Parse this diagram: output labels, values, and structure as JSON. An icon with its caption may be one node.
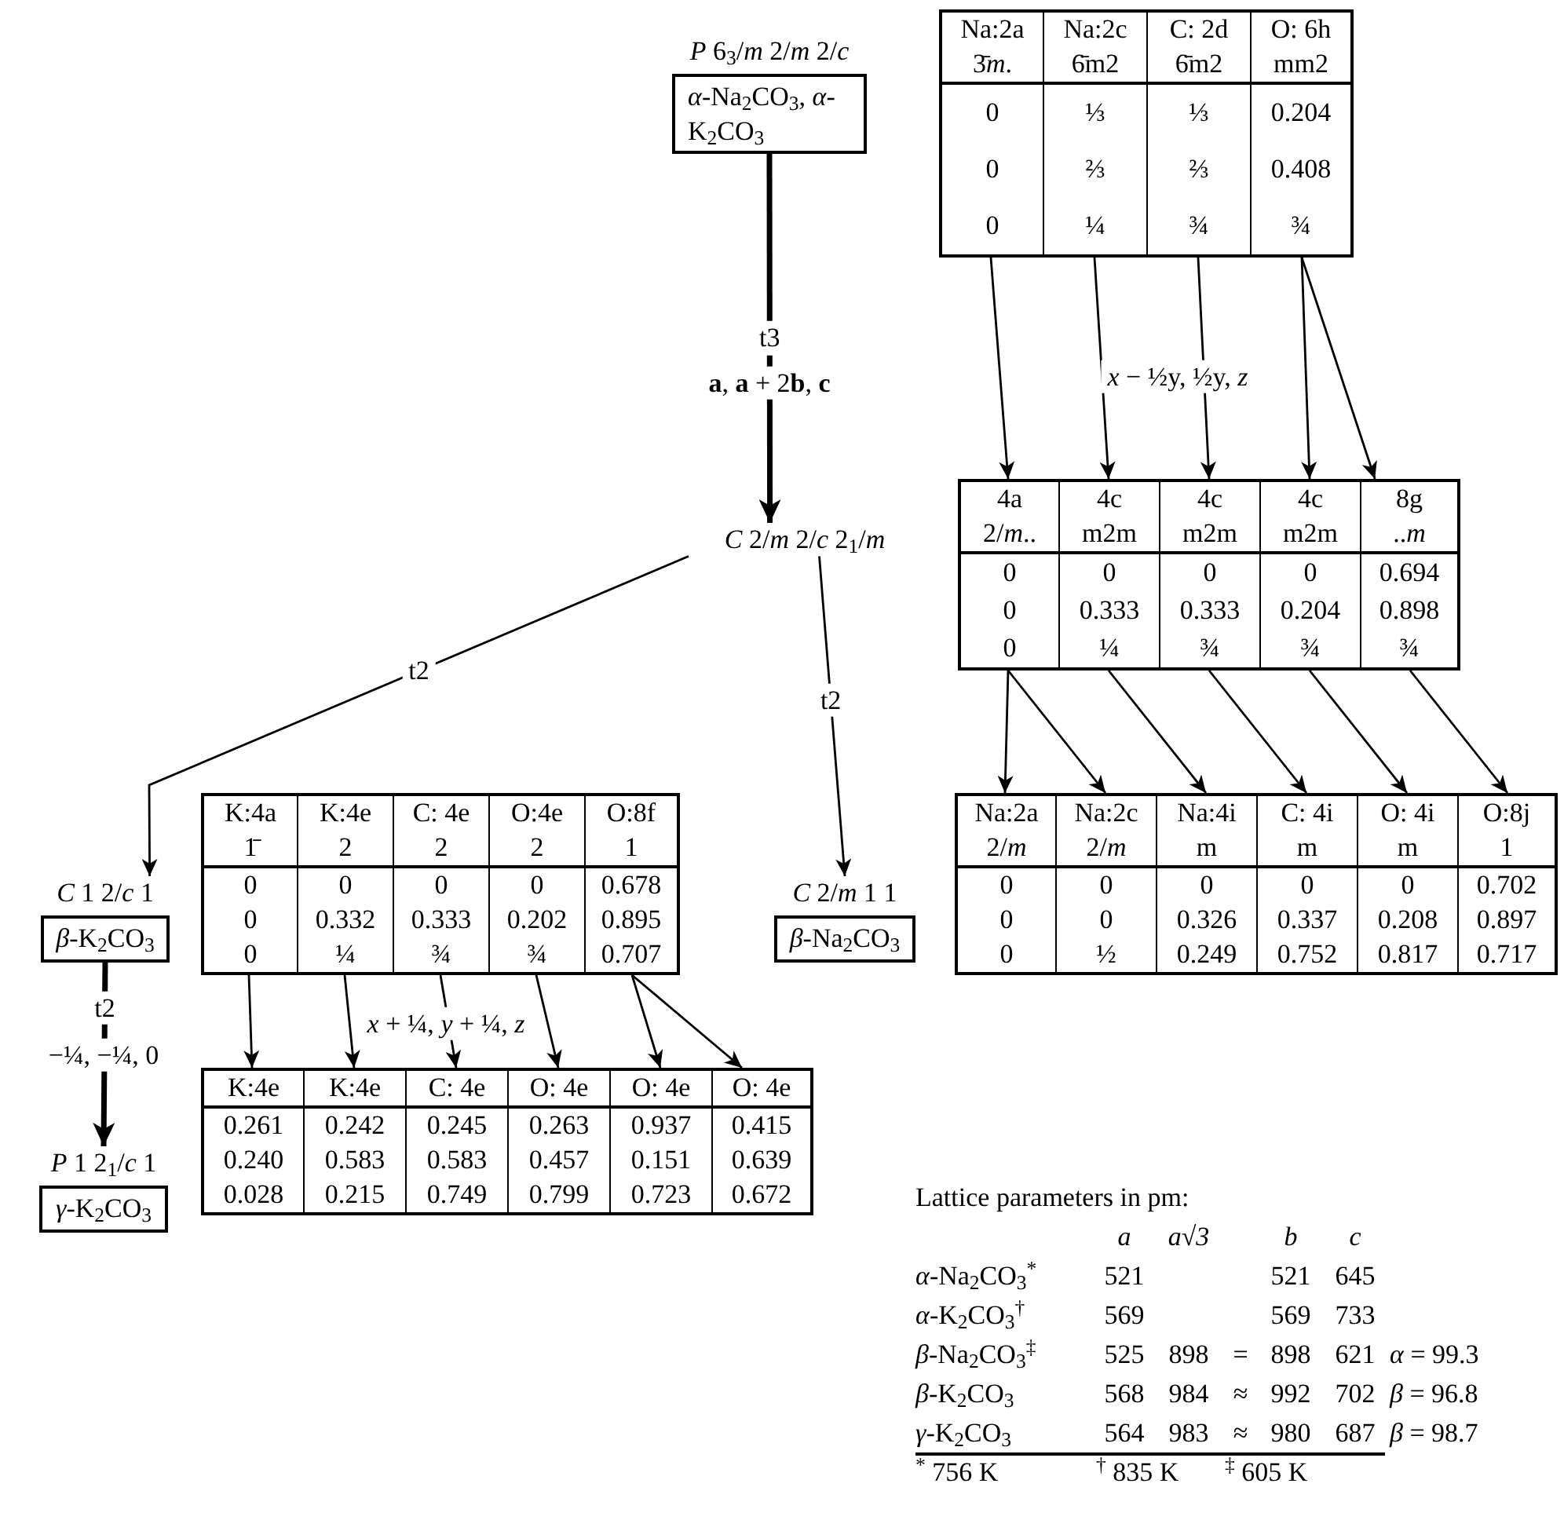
{
  "diagram": {
    "nodes": [
      {
        "text": [
          "*P* 6$_{3}$/*m* 2/*m* 2/*c*",
          "*α*-Na$_{2}$CO$_{3}$, *α*-K$_{2}$CO$_{3}$"
        ]
      },
      {
        "text": [
          "Na:2a",
          "3̄*m*.",
          "0",
          "0",
          "0"
        ]
      },
      {
        "text": [
          "Na:2c",
          "6̄m2",
          "⅓",
          "⅔",
          "¼"
        ]
      },
      {
        "text": [
          "C: 2d",
          "6̄m2",
          "⅓",
          "⅔",
          "¾"
        ]
      },
      {
        "text": [
          "O: 6h",
          "mm2",
          "0.204",
          "0.408",
          "¾"
        ]
      },
      {
        "text": [
          "*C* 2/*m* 2/*c* 2$_{1}$/*m*"
        ]
      },
      {
        "text": [
          "4a",
          "2/*m*..",
          "0",
          "0",
          "0"
        ]
      },
      {
        "text": [
          "4c",
          "m2m",
          "0",
          "0.333",
          "¼"
        ]
      },
      {
        "text": [
          "4c",
          "m2m",
          "0",
          "0.333",
          "¾"
        ]
      },
      {
        "text": [
          "4c",
          "m2m",
          "0",
          "0.204",
          "¾"
        ]
      },
      {
        "text": [
          "8g",
          "..*m*",
          "0.694",
          "0.898",
          "¾"
        ]
      },
      {
        "text": [
          "*C* 1 2/*c* 1",
          "*β*-K$_{2}$CO$_{3}$"
        ]
      },
      {
        "text": [
          "K:4a",
          "1̄",
          "0",
          "0",
          "0"
        ]
      },
      {
        "text": [
          "K:4e",
          "2",
          "0",
          "0.332",
          "¼"
        ]
      },
      {
        "text": [
          "C: 4e",
          "2",
          "0",
          "0.333",
          "¾"
        ]
      },
      {
        "text": [
          "O:4e",
          "2",
          "0",
          "0.202",
          "¾"
        ]
      },
      {
        "text": [
          "O:8f",
          "1",
          "0.678",
          "0.895",
          "0.707"
        ]
      },
      {
        "text": [
          "*C* 2/*m* 1 1",
          "*β*-Na$_{2}$CO$_{3}$"
        ]
      },
      {
        "text": [
          "Na:2a",
          "2/*m*",
          "0",
          "0",
          "0"
        ]
      },
      {
        "text": [
          "Na:2c",
          "2/*m*",
          "0",
          "0",
          "½"
        ]
      },
      {
        "text": [
          "Na:4i",
          "m",
          "0",
          "0.326",
          "0.249"
        ]
      },
      {
        "text": [
          "C: 4i",
          "m",
          "0",
          "0.337",
          "0.752"
        ]
      },
      {
        "text": [
          "O: 4i",
          "m",
          "0",
          "0.208",
          "0.817"
        ]
      },
      {
        "text": [
          "O:8j",
          "1",
          "0.702",
          "0.897",
          "0.717"
        ]
      },
      {
        "text": [
          "*P* 1 2$_{1}$/*c* 1",
          "*γ*-K$_{2}$CO$_{3}$"
        ]
      },
      {
        "text": [
          "K:4e",
          "0.261",
          "0.240",
          "0.028"
        ]
      },
      {
        "text": [
          "K:4e",
          "0.242",
          "0.583",
          "0.215"
        ]
      },
      {
        "text": [
          "C: 4e",
          "0.245",
          "0.583",
          "0.749"
        ]
      },
      {
        "text": [
          "O: 4e",
          "0.263",
          "0.457",
          "0.799"
        ]
      },
      {
        "text": [
          "O: 4e",
          "0.937",
          "0.151",
          "0.723"
        ]
      },
      {
        "text": [
          "O: 4e",
          "0.415",
          "0.639",
          "0.672"
        ]
      }
    ],
    "edges": [
      {
        "from": 0,
        "to": 5,
        "arrow": "to",
        "label": "t3",
        "style": "thick"
      },
      {
        "from": 1,
        "to": 6,
        "arrow": "to"
      },
      {
        "from": 2,
        "to": 7,
        "arrow": "to"
      },
      {
        "from": 3,
        "to": 8,
        "arrow": "to"
      },
      {
        "from": 4,
        "to": 9,
        "arrow": "to"
      },
      {
        "from": 4,
        "to": 10,
        "arrow": "to"
      },
      {
        "from": 5,
        "to": 11,
        "arrow": "to",
        "label": "t2"
      },
      {
        "from": 5,
        "to": 17,
        "arrow": "to",
        "label": "t2"
      },
      {
        "from": 6,
        "to": 18,
        "arrow": "to"
      },
      {
        "from": 6,
        "to": 19,
        "arrow": "to"
      },
      {
        "from": 7,
        "to": 20,
        "arrow": "to"
      },
      {
        "from": 8,
        "to": 21,
        "arrow": "to"
      },
      {
        "from": 9,
        "to": 22,
        "arrow": "to"
      },
      {
        "from": 10,
        "to": 23,
        "arrow": "to"
      },
      {
        "from": 11,
        "to": 24,
        "arrow": "to",
        "label": "t2",
        "style": "thick"
      },
      {
        "from": 12,
        "to": 25,
        "arrow": "to"
      },
      {
        "from": 13,
        "to": 26,
        "arrow": "to"
      },
      {
        "from": 14,
        "to": 27,
        "arrow": "to"
      },
      {
        "from": 15,
        "to": 28,
        "arrow": "to"
      },
      {
        "from": 16,
        "to": 29,
        "arrow": "to"
      },
      {
        "from": 16,
        "to": 30,
        "arrow": "to"
      }
    ],
    "labels": [
      "**a**, **a** + 2**b**, **c**",
      "*x* − ½y, ½y, *z*",
      "−¼, −¼, 0",
      "*x* + ¼, *y* + ¼, *z*",
      "Lattice parameters in pm:",
      "a",
      "a√3",
      "b",
      "c",
      "*α*-Na$_{2}$CO$_{3}$$^{*}$",
      "521",
      "521",
      "645",
      "*α*-K$_{2}$CO$_{3}$$^{†}$",
      "569",
      "569",
      "733",
      "*β*-Na$_{2}$CO$_{3}$$^{‡}$",
      "525",
      "898",
      "=",
      "898",
      "621",
      "*α* = 99.3",
      "*β*-K$_{2}$CO$_{3}$",
      "568",
      "984",
      "≈",
      "992",
      "702",
      "*β* = 96.8",
      "*γ*-K$_{2}$CO$_{3}$",
      "564",
      "983",
      "≈",
      "980",
      "687",
      "*β* = 98.7",
      "$^{*}$ 756 K",
      "$^{†}$ 835 K",
      "$^{‡}$ 605 K"
    ]
  }
}
